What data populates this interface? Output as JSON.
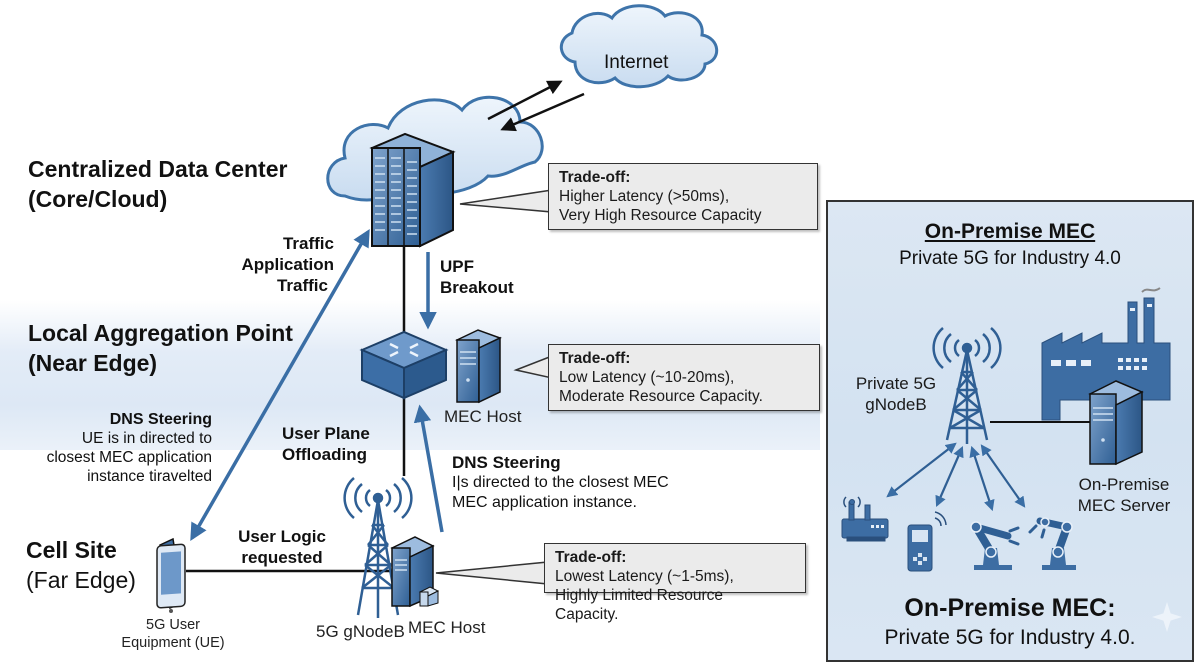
{
  "tiers": {
    "core": {
      "title": "Centralized Data Center",
      "subtitle": "(Core/Cloud)"
    },
    "near_edge": {
      "title": "Local Aggregation Point",
      "subtitle": "(Near Edge)"
    },
    "far_edge": {
      "title": "Cell Site",
      "subtitle": "(Far Edge)"
    }
  },
  "nodes": {
    "internet": "Internet",
    "mec_host_near": "MEC Host",
    "ue_line1": "5G User",
    "ue_line2": "Equipment (UE)",
    "gnodeb": "5G gNodeB",
    "mec_host_far": "MEC Host"
  },
  "flow_labels": {
    "traffic_line1": "Traffic",
    "traffic_line2": "Application",
    "traffic_line3": "Traffic",
    "upf_line1": "UPF",
    "upf_line2": "Breakout",
    "offload_line1": "User Plane",
    "offload_line2": "Offloading",
    "user_logic_line1": "User Logic",
    "user_logic_line2": "requested",
    "dns_left_title": "DNS Steering",
    "dns_left_line1": "UE is in directed to",
    "dns_left_line2": "closest MEC application",
    "dns_left_line3": "instance tiravelted",
    "dns_mid_title": "DNS Steering",
    "dns_mid_line1": "I|s directed to the closest MEC",
    "dns_mid_line2": "MEC application instance."
  },
  "callouts": [
    {
      "heading": "Trade-off:",
      "line1": "Higher Latency (>50ms),",
      "line2": "Very High Resource Capacity",
      "line3": ""
    },
    {
      "heading": "Trade-off:",
      "line1": "Low Latency (~10-20ms),",
      "line2": "Moderate Resource Capacity.",
      "line3": ""
    },
    {
      "heading": "Trade-off:",
      "line1": "Lowest Latency (~1-5ms),",
      "line2": "Highly Limited Resource",
      "line3": "Capacity."
    }
  ],
  "panel": {
    "title": "On-Premise MEC",
    "subtitle": "Private 5G for Industry 4.0",
    "gnodeb_line1": "Private 5G",
    "gnodeb_line2": "gNodeB",
    "server_line1": "On-Premise",
    "server_line2": "MEC Server",
    "footer_title": "On-Premise MEC:",
    "footer_subtitle": "Private 5G for Industry 4.0."
  },
  "colors": {
    "accent_blue": "#3a6ea5",
    "device_blue": "#3d6da3",
    "cloud_fill": "#d6e6f6",
    "cloud_stroke": "#3e74aa",
    "callout_bg": "#ebebeb",
    "panel_bg": "#d7e4f2"
  }
}
